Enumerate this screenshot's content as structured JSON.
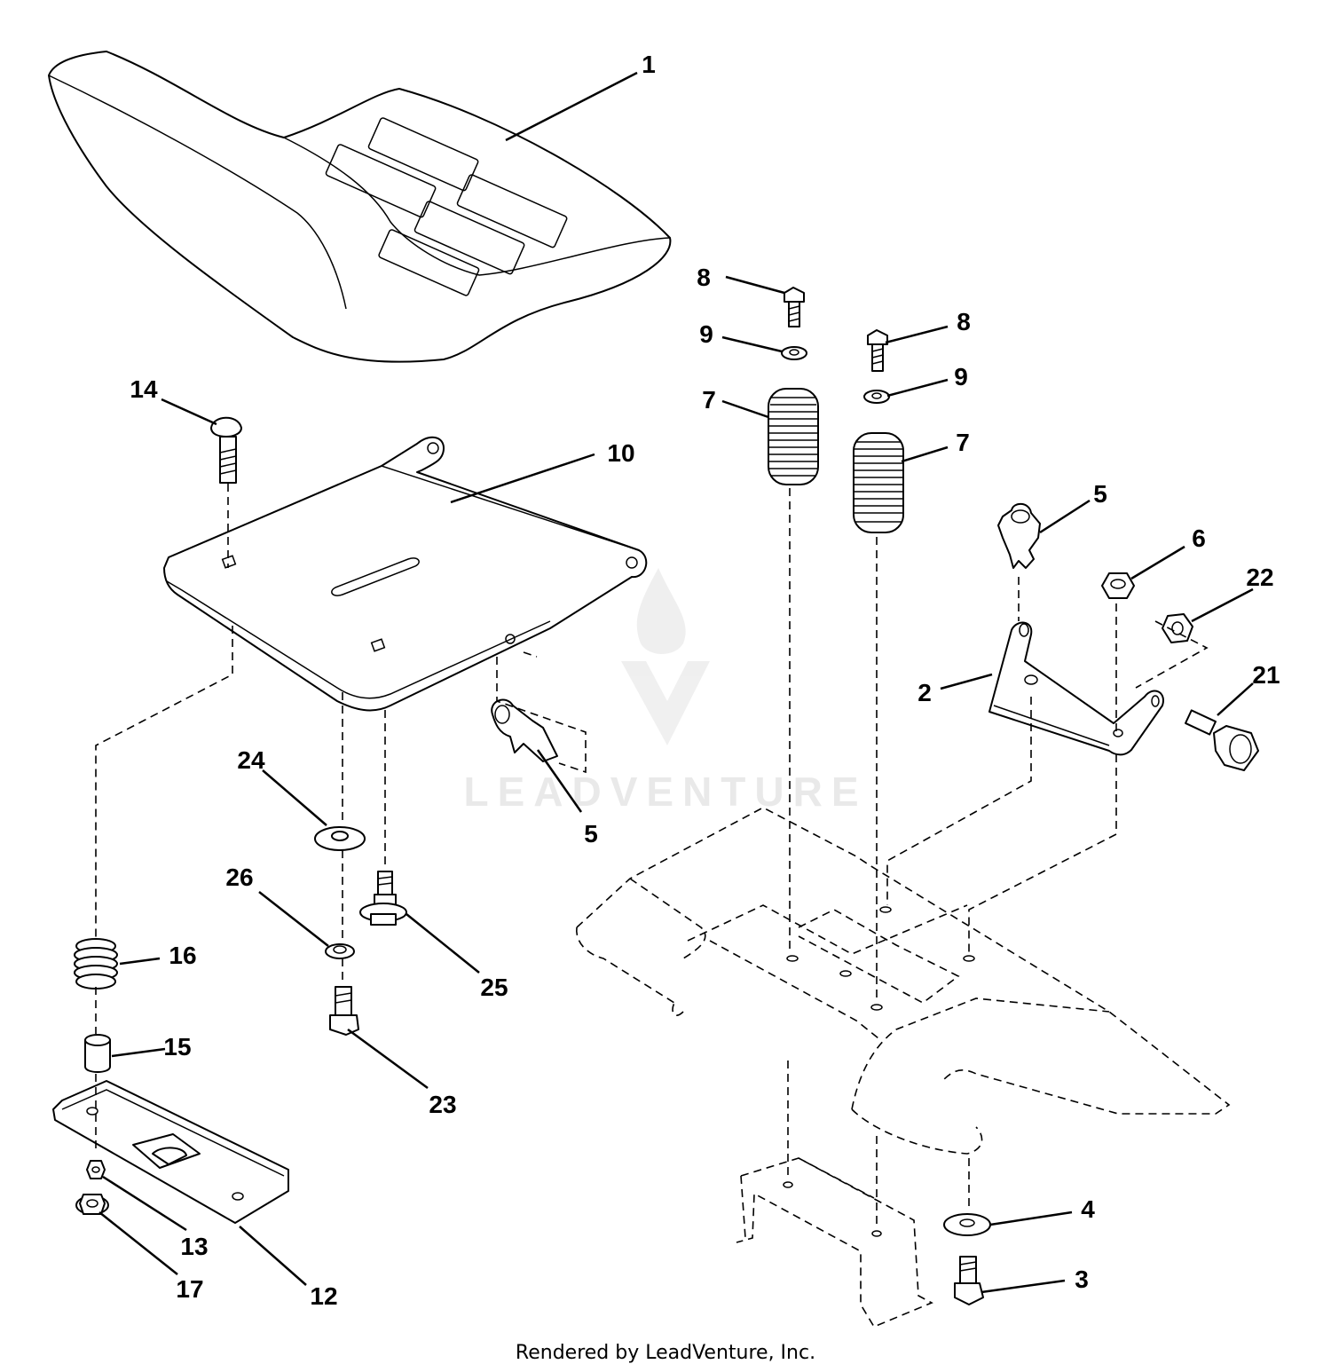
{
  "watermark": {
    "text": "LEADVENTURE"
  },
  "footer": {
    "text": "Rendered by LeadVenture, Inc."
  },
  "callouts": {
    "c1": "1",
    "c14": "14",
    "c10": "10",
    "c8a": "8",
    "c9a": "9",
    "c7a": "7",
    "c8b": "8",
    "c9b": "9",
    "c7b": "7",
    "c5a": "5",
    "c6": "6",
    "c22": "22",
    "c2": "2",
    "c21": "21",
    "c5b": "5",
    "c24": "24",
    "c26": "26",
    "c25": "25",
    "c23": "23",
    "c16": "16",
    "c15": "15",
    "c13": "13",
    "c17": "17",
    "c12": "12",
    "c4": "4",
    "c3": "3"
  }
}
